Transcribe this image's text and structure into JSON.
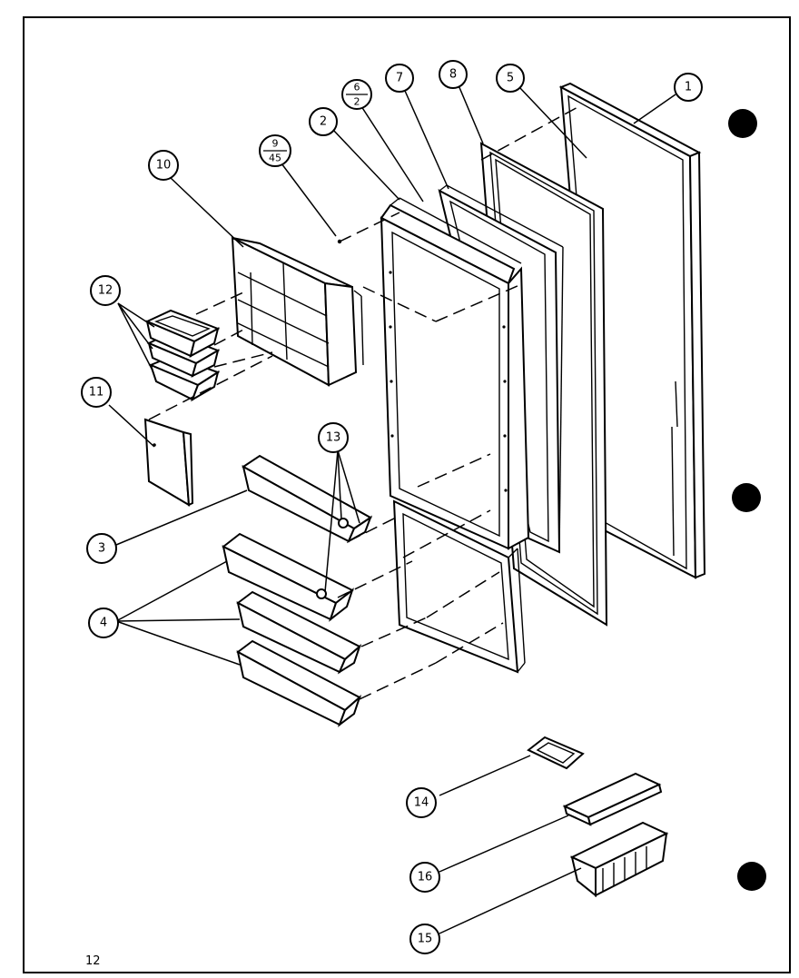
{
  "callouts": {
    "c1": "1",
    "c2": "2",
    "c3": "3",
    "c4": "4",
    "c5": "5",
    "c7": "7",
    "c8": "8",
    "c6_top": "6",
    "c6_bottom": "2",
    "c9_top": "9",
    "c9_bottom": "45",
    "c10": "10",
    "c11": "11",
    "c12": "12",
    "c13": "13",
    "c14": "14",
    "c15": "15",
    "c16": "16"
  },
  "page_number": "12"
}
